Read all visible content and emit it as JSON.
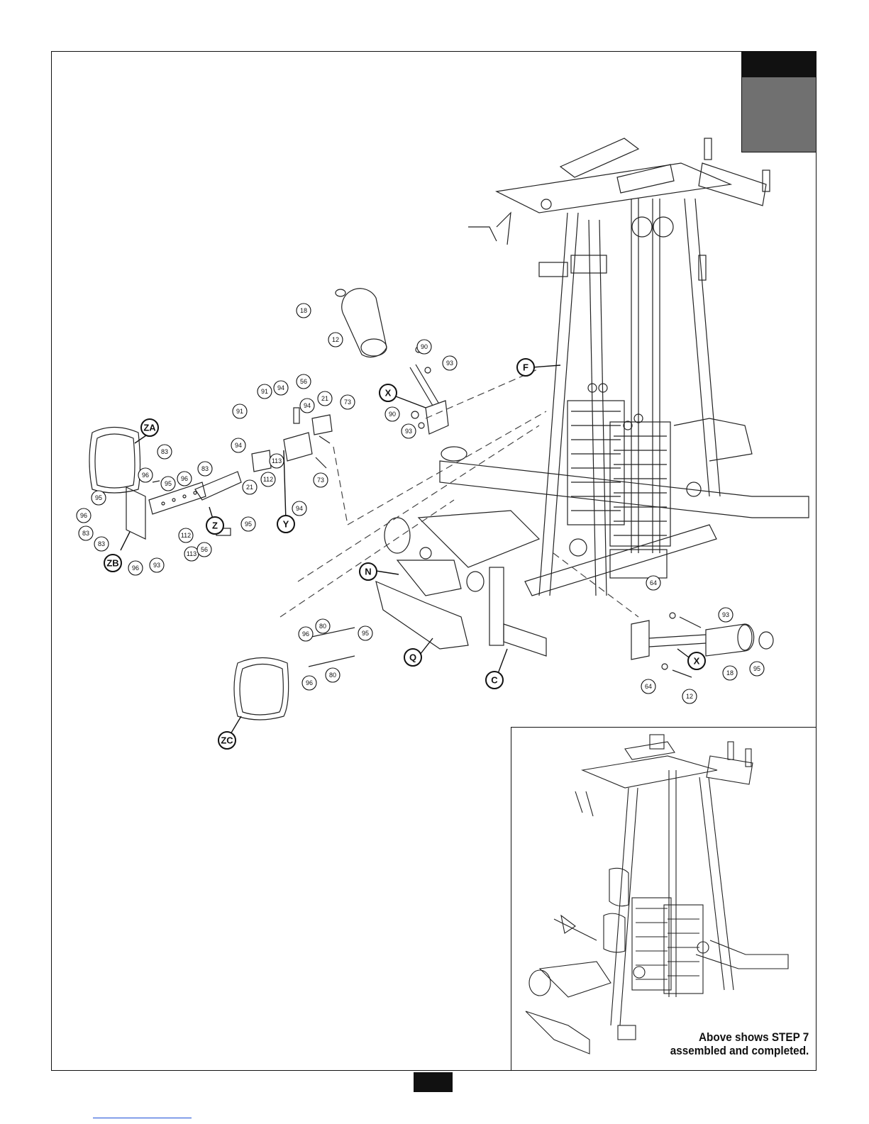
{
  "diagram": {
    "callouts_numbers": [
      "18",
      "12",
      "90",
      "93",
      "90",
      "93",
      "91",
      "94",
      "56",
      "94",
      "21",
      "73",
      "91",
      "94",
      "113",
      "21",
      "112",
      "94",
      "73",
      "83",
      "96",
      "95",
      "96",
      "83",
      "95",
      "96",
      "83",
      "83",
      "112",
      "113",
      "56",
      "95",
      "96",
      "93",
      "64",
      "93",
      "64",
      "12",
      "18",
      "95",
      "96",
      "80",
      "95",
      "96",
      "80"
    ],
    "callouts_letters": [
      "X",
      "F",
      "ZA",
      "Y",
      "Z",
      "ZB",
      "N",
      "Q",
      "C",
      "X",
      "ZC"
    ],
    "colors": {
      "ink": "#111111",
      "tab_gray": "#707070",
      "footer_link": "#1a4dd6"
    }
  },
  "inset": {
    "caption_line1": "Above shows STEP 7",
    "caption_line2": "assembled and completed."
  }
}
